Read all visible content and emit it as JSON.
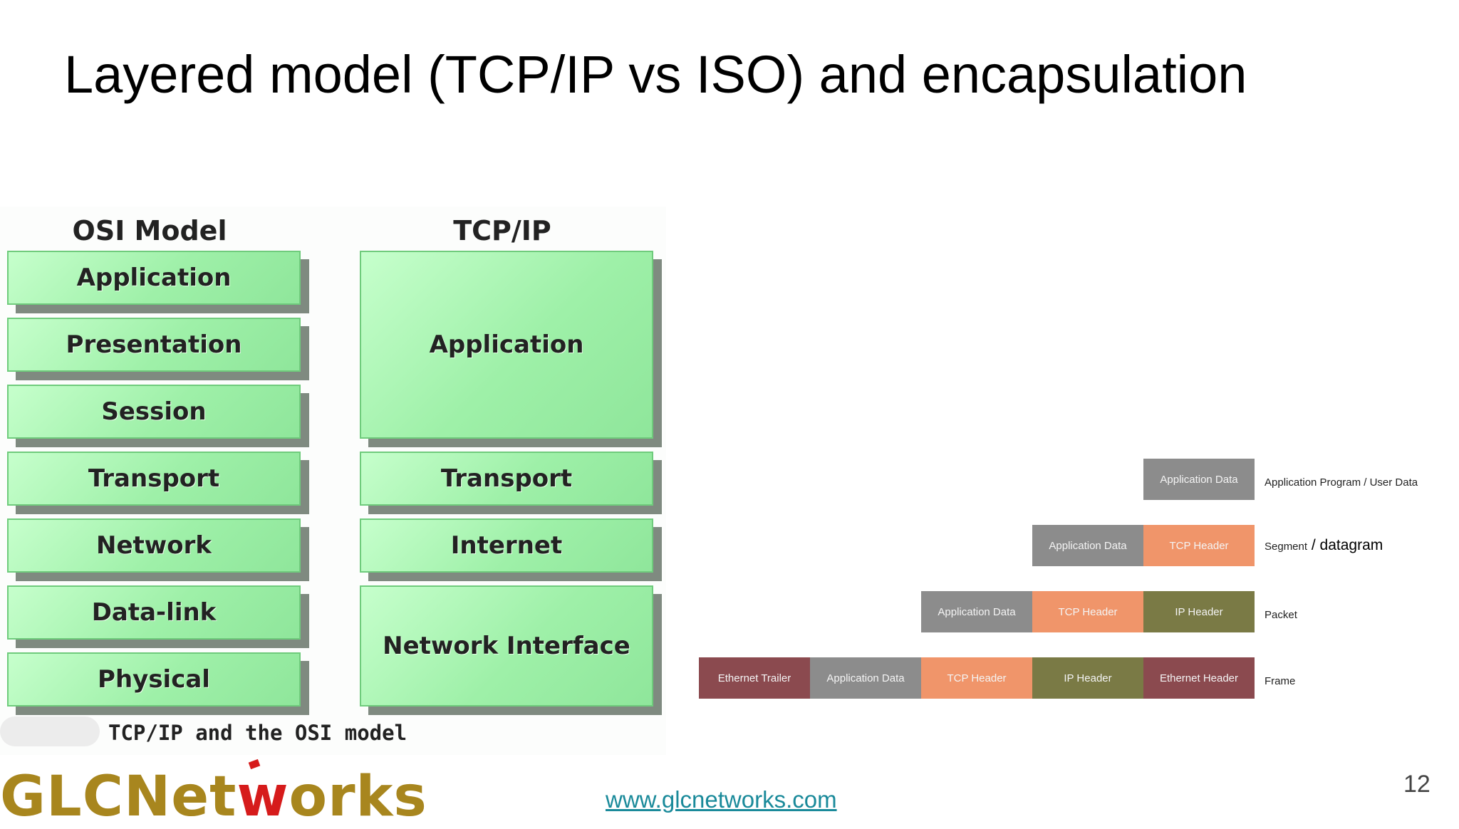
{
  "slide": {
    "title": "Layered model (TCP/IP vs ISO) and encapsulation",
    "page_number": "12",
    "url": "www.glcnetworks.com",
    "logo": {
      "part1": "GLCNet",
      "part2": "w",
      "part3": "orks",
      "colors": {
        "main": "#a8861e",
        "accent": "#d61b1b"
      }
    }
  },
  "osi_model": {
    "heading": "OSI Model",
    "layers": [
      "Application",
      "Presentation",
      "Session",
      "Transport",
      "Network",
      "Data-link",
      "Physical"
    ]
  },
  "tcpip_model": {
    "heading": "TCP/IP",
    "layers": [
      "Application",
      "Transport",
      "Internet",
      "Network Interface"
    ]
  },
  "osi_caption": "TCP/IP and the OSI model",
  "encapsulation": {
    "colors": {
      "app_data": "#8c8c8c",
      "tcp_header": "#f0956a",
      "ip_header": "#7a7a45",
      "ethernet": "#8b4a4f"
    },
    "rows": [
      {
        "cells": [
          "Application Data"
        ],
        "label": "Application Program / User Data",
        "label_extra": ""
      },
      {
        "cells": [
          "Application Data",
          "TCP Header"
        ],
        "label": "Segment",
        "label_extra": " / datagram"
      },
      {
        "cells": [
          "Application Data",
          "TCP Header",
          "IP Header"
        ],
        "label": "Packet",
        "label_extra": ""
      },
      {
        "cells": [
          "Ethernet Trailer",
          "Application Data",
          "TCP Header",
          "IP Header",
          "Ethernet Header"
        ],
        "label": "Frame",
        "label_extra": ""
      }
    ]
  }
}
